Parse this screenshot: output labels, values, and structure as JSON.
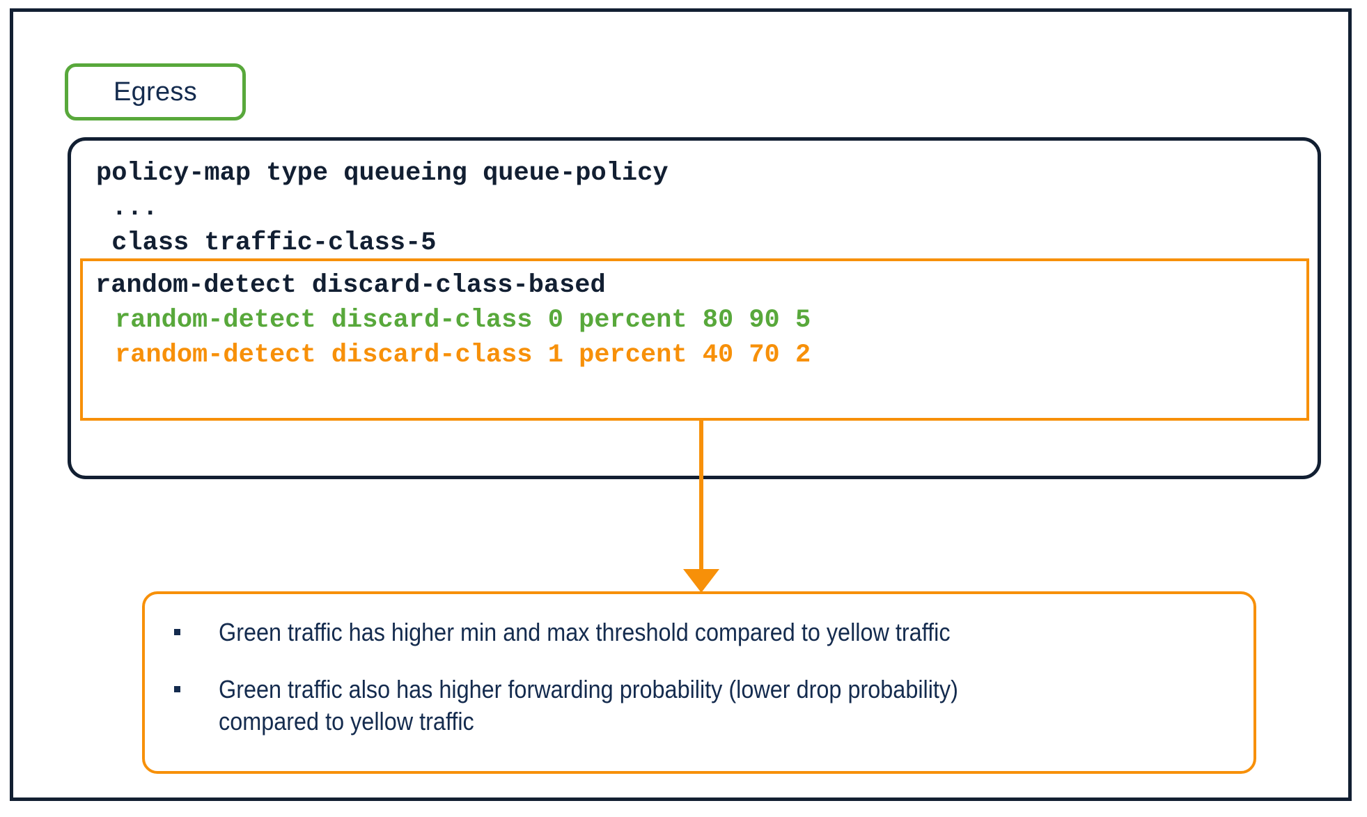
{
  "diagram": {
    "title_pill": {
      "label": "Egress",
      "border_color": "#58a83b"
    },
    "config_box": {
      "border_color": "#121f32",
      "lines": [
        "policy-map type queueing queue-policy",
        " ...",
        " class traffic-class-5"
      ]
    },
    "highlight_box": {
      "border_color": "#f79009",
      "lines": [
        {
          "text": "random-detect discard-class-based",
          "color": "#121f32",
          "indent": 0
        },
        {
          "text": "random-detect discard-class 0 percent 80 90 5",
          "color": "#58a83b",
          "indent": 1
        },
        {
          "text": "random-detect discard-class 1 percent 40 70 2",
          "color": "#f79009",
          "indent": 1
        }
      ]
    },
    "arrow": {
      "color": "#f79009",
      "direction": "down"
    },
    "notes_box": {
      "border_color": "#f79009",
      "bullet_marker": "▪",
      "bullets": [
        "Green traffic has higher min and max threshold compared to yellow traffic",
        "Green traffic also has higher forwarding probability (lower drop probability)\ncompared to yellow traffic"
      ]
    }
  }
}
